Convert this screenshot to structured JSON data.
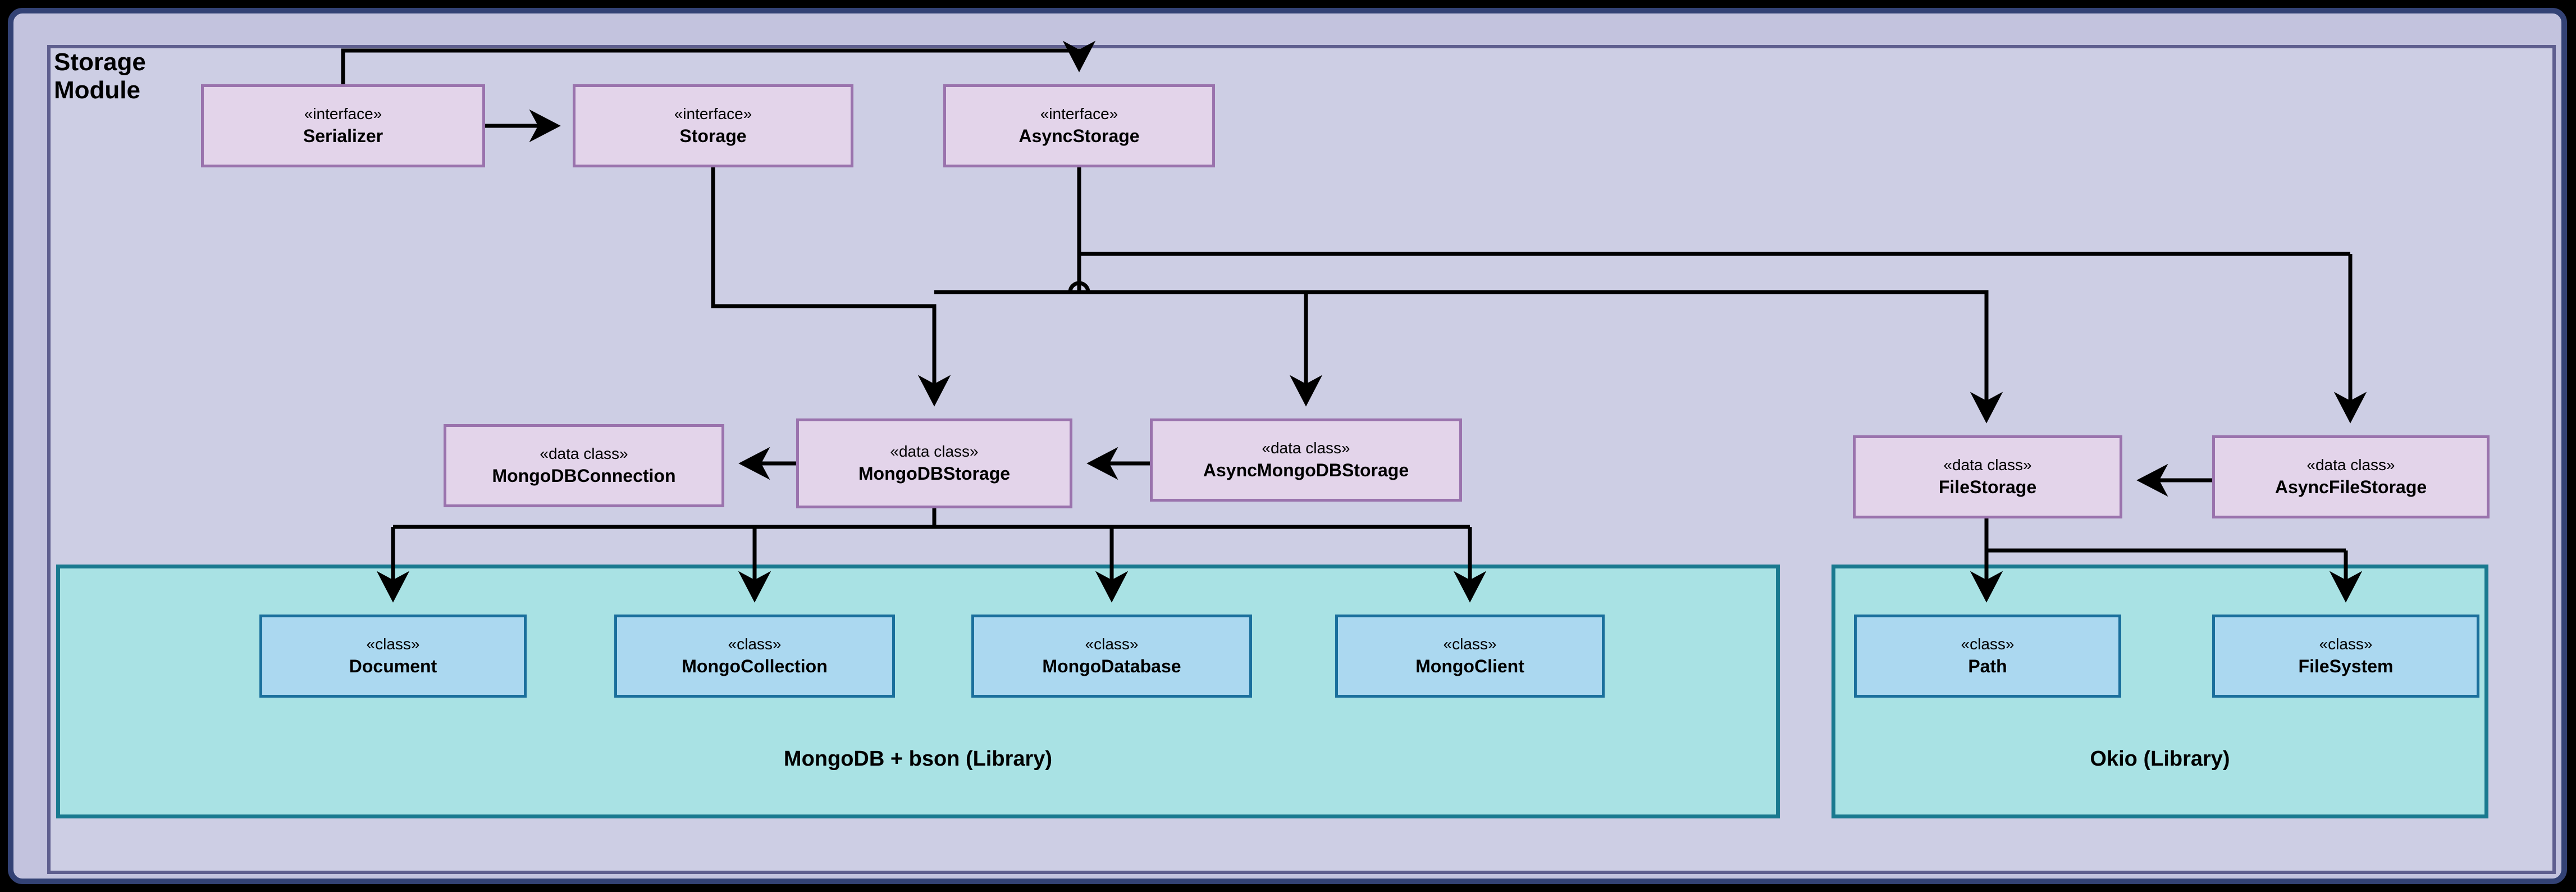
{
  "diagram": {
    "module_label": "Storage\nModule",
    "stereotypes": {
      "interface": "«interface»",
      "data_class": "«data class»",
      "class": "«class»"
    }
  },
  "interfaces": [
    {
      "stereotype": "«interface»",
      "name": "Serializer"
    },
    {
      "stereotype": "«interface»",
      "name": "Storage"
    },
    {
      "stereotype": "«interface»",
      "name": "AsyncStorage"
    }
  ],
  "data_classes": [
    {
      "stereotype": "«data class»",
      "name": "MongoDBConnection"
    },
    {
      "stereotype": "«data class»",
      "name": "MongoDBStorage"
    },
    {
      "stereotype": "«data class»",
      "name": "AsyncMongoDBStorage"
    },
    {
      "stereotype": "«data class»",
      "name": "FileStorage"
    },
    {
      "stereotype": "«data class»",
      "name": "AsyncFileStorage"
    }
  ],
  "libraries": [
    {
      "caption": "MongoDB + bson (Library)",
      "classes": [
        {
          "stereotype": "«class»",
          "name": "Document"
        },
        {
          "stereotype": "«class»",
          "name": "MongoCollection"
        },
        {
          "stereotype": "«class»",
          "name": "MongoDatabase"
        },
        {
          "stereotype": "«class»",
          "name": "MongoClient"
        }
      ]
    },
    {
      "caption": "Okio (Library)",
      "classes": [
        {
          "stereotype": "«class»",
          "name": "Path"
        },
        {
          "stereotype": "«class»",
          "name": "FileSystem"
        }
      ]
    }
  ],
  "colors": {
    "canvas": "#000000",
    "outer_frame_fill": "#c3c3de",
    "outer_frame_border": "#334275",
    "module_fill": "#cdcee4",
    "module_border": "#5e5e8e",
    "uml_purple_fill": "#e3d4ea",
    "uml_purple_border": "#9a73ad",
    "library_fill": "#a9e2e4",
    "library_border": "#19798f",
    "uml_blue_fill": "#abd8f0",
    "uml_blue_border": "#1a6f9c",
    "edge": "#000000"
  }
}
